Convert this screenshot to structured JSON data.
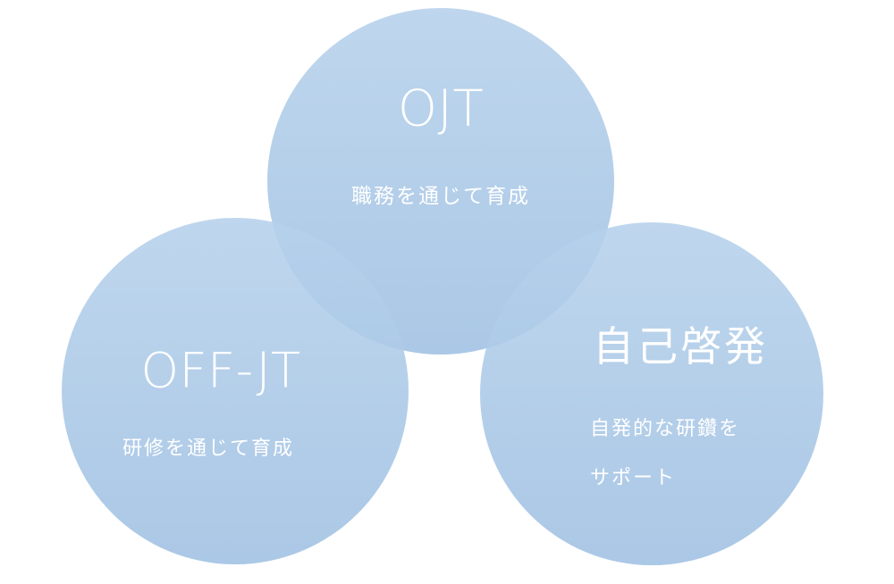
{
  "colors": {
    "circle_fill_top": "#b5d0ea",
    "circle_fill_bottom": "#a3c3e3",
    "overlap": "#7aa8d8",
    "text": "#ffffff",
    "background": "#ffffff"
  },
  "circles": {
    "ojt": {
      "title": "OJT",
      "subtitle": "職務を通じて育成"
    },
    "off_jt": {
      "title": "OFF-JT",
      "subtitle": "研修を通じて育成"
    },
    "self_development": {
      "title": "自己啓発",
      "subtitle_line1": "自発的な研鑽を",
      "subtitle_line2": "サポート"
    }
  }
}
